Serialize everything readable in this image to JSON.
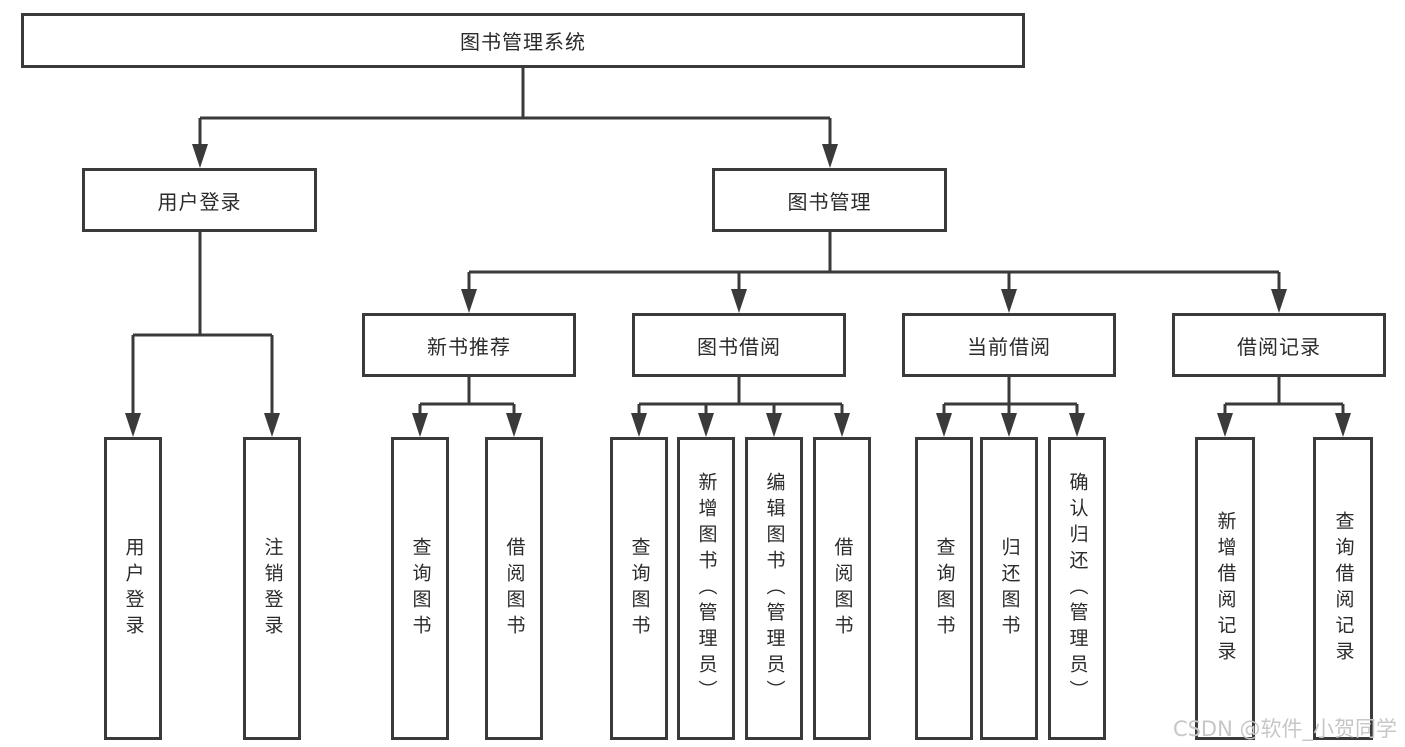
{
  "tree": {
    "root": "图书管理系统",
    "branches": [
      {
        "label": "用户登录",
        "children": [
          "用户登录",
          "注销登录"
        ]
      },
      {
        "label": "图书管理",
        "children": [
          {
            "label": "新书推荐",
            "children": [
              "查询图书",
              "借阅图书"
            ]
          },
          {
            "label": "图书借阅",
            "children": [
              "查询图书",
              "新增图书（管理员）",
              "编辑图书（管理员）",
              "借阅图书"
            ]
          },
          {
            "label": "当前借阅",
            "children": [
              "查询图书",
              "归还图书",
              "确认归还（管理员）"
            ]
          },
          {
            "label": "借阅记录",
            "children": [
              "新增借阅记录",
              "查询借阅记录"
            ]
          }
        ]
      }
    ]
  },
  "watermark": "CSDN @软件_小贺同学",
  "colors": {
    "line": "#3a3a3a",
    "text": "#2b2b2b",
    "watermark": "#c7c7c7",
    "background": "#ffffff"
  }
}
